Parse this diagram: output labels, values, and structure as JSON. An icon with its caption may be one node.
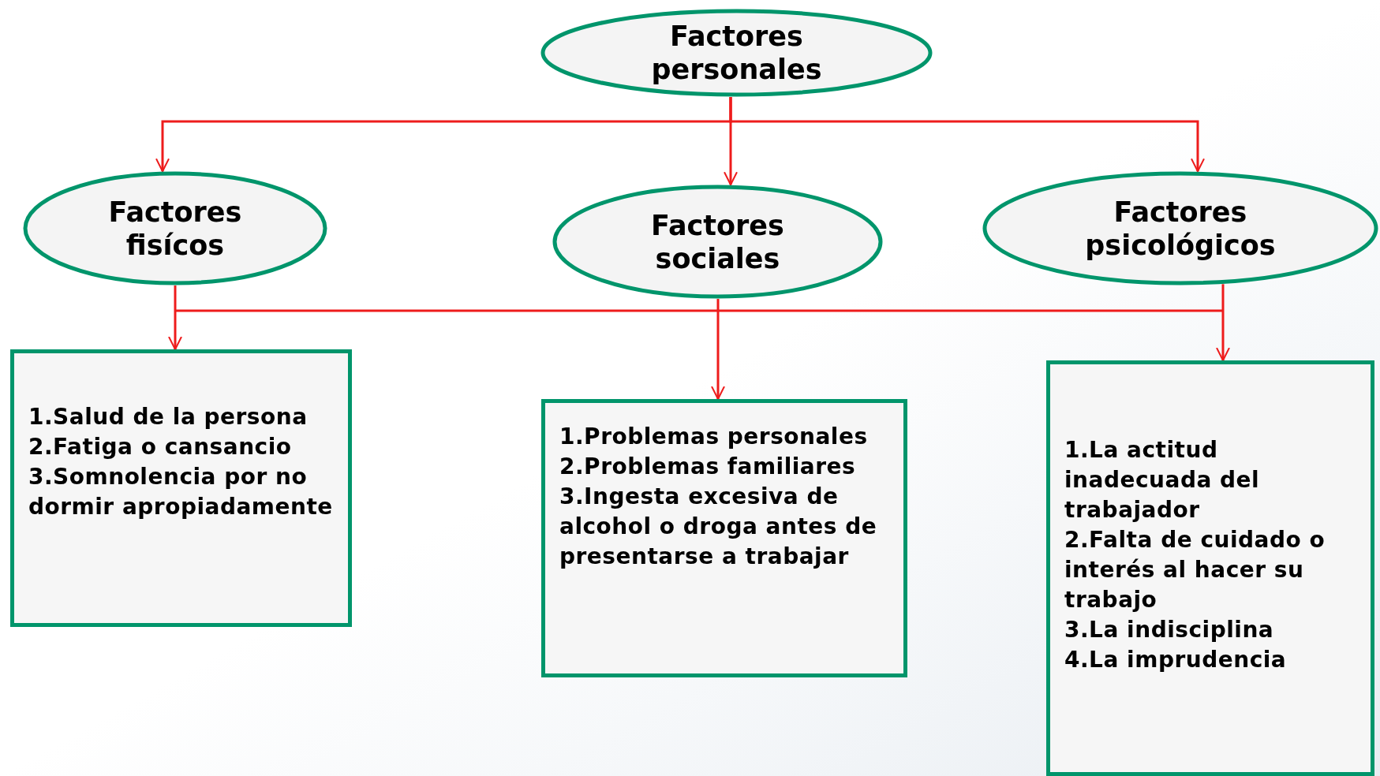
{
  "diagram": {
    "nodes": [
      {
        "text": [
          "Factores personales"
        ]
      },
      {
        "text": [
          "Factores fisícos"
        ]
      },
      {
        "text": [
          "Factores sociales"
        ]
      },
      {
        "text": [
          "Factores psicológicos"
        ]
      },
      {
        "text": [
          "1.Salud de la persona",
          "2.Fatiga o cansancio",
          "3.Somnolencia por no dormir apropiadamente"
        ]
      },
      {
        "text": [
          "1.Problemas personales",
          "2.Problemas familiares",
          "3.Ingesta excesiva de alcohol  o droga  antes de presentarse a trabajar"
        ]
      },
      {
        "text": [
          "1.La actitud inadecuada del trabajador",
          "2.Falta de cuidado o interés al hacer su trabajo",
          "3.La indisciplina",
          "4.La imprudencia"
        ]
      }
    ],
    "edges": [
      {
        "from": 0,
        "to": 1,
        "arrow": "to"
      },
      {
        "from": 0,
        "to": 2,
        "arrow": "to"
      },
      {
        "from": 0,
        "to": 3,
        "arrow": "to"
      },
      {
        "from": 1,
        "to": 4,
        "arrow": "to"
      },
      {
        "from": 2,
        "to": 5,
        "arrow": "to"
      },
      {
        "from": 3,
        "to": 6,
        "arrow": "to"
      }
    ]
  }
}
